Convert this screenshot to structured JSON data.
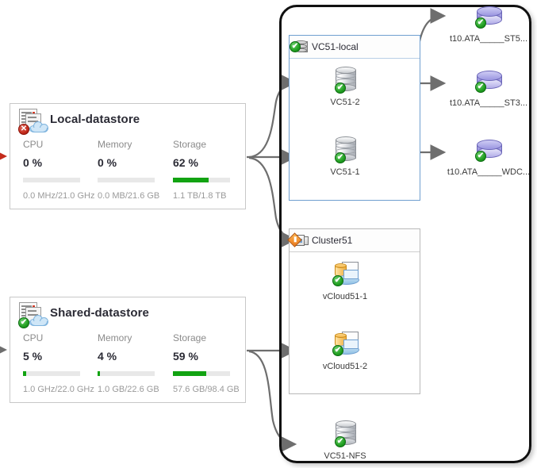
{
  "datastores": [
    {
      "name": "Local-datastore",
      "status": "error",
      "status_icon": "red-error-badge",
      "metrics": [
        {
          "label": "CPU",
          "value": "0 %",
          "pct": 0,
          "detail": "0.0 MHz/21.0 GHz"
        },
        {
          "label": "Memory",
          "value": "0 %",
          "pct": 0,
          "detail": "0.0 MB/21.6 GB"
        },
        {
          "label": "Storage",
          "value": "62 %",
          "pct": 62,
          "detail": "1.1 TB/1.8 TB"
        }
      ]
    },
    {
      "name": "Shared-datastore",
      "status": "ok",
      "status_icon": "green-check-badge",
      "metrics": [
        {
          "label": "CPU",
          "value": "5 %",
          "pct": 5,
          "detail": "1.0 GHz/22.0 GHz"
        },
        {
          "label": "Memory",
          "value": "4 %",
          "pct": 4,
          "detail": "1.0 GB/22.6 GB"
        },
        {
          "label": "Storage",
          "value": "59 %",
          "pct": 59,
          "detail": "57.6 GB/98.4 GB"
        }
      ]
    }
  ],
  "groups": [
    {
      "key": "vc51_local",
      "title": "VC51-local",
      "icon": "database-stack-icon",
      "badge": "green-check-badge",
      "nodes": [
        {
          "label": "VC51-2",
          "icon": "database-cylinder-icon",
          "badge": "green-check-badge"
        },
        {
          "label": "VC51-1",
          "icon": "database-cylinder-icon",
          "badge": "green-check-badge"
        }
      ]
    },
    {
      "key": "cluster51",
      "title": "Cluster51",
      "icon": "cluster-icon",
      "badge": "orange-warning-diamond",
      "nodes": [
        {
          "label": "vCloud51-1",
          "icon": "vapp-icon",
          "badge": "green-check-badge"
        },
        {
          "label": "vCloud51-2",
          "icon": "vapp-icon",
          "badge": "green-check-badge"
        }
      ]
    }
  ],
  "standalone_nodes": [
    {
      "label": "VC51-NFS",
      "icon": "database-cylinder-icon",
      "badge": "green-check-badge"
    }
  ],
  "luns": [
    {
      "label": "t10.ATA_____ST5...",
      "icon": "lun-disk-icon",
      "badge": "green-check-badge"
    },
    {
      "label": "t10.ATA_____ST3...",
      "icon": "lun-disk-icon",
      "badge": "green-check-badge"
    },
    {
      "label": "t10.ATA_____WDC...",
      "icon": "lun-disk-icon",
      "badge": "green-check-badge"
    }
  ],
  "badge_marks": {
    "ok": "✔",
    "err": "✕"
  },
  "colors": {
    "bar_fill": "#12a312",
    "bar_track": "#e8e8e8",
    "ok": "#22a022",
    "error": "#c42b1c",
    "warning": "#e8761a",
    "group_border_blue": "#6f9fd0",
    "group_border_gray": "#b9b9b9",
    "connector": "#6e6e6e",
    "connector_error": "#c42b1c",
    "outer_border": "#111111"
  }
}
